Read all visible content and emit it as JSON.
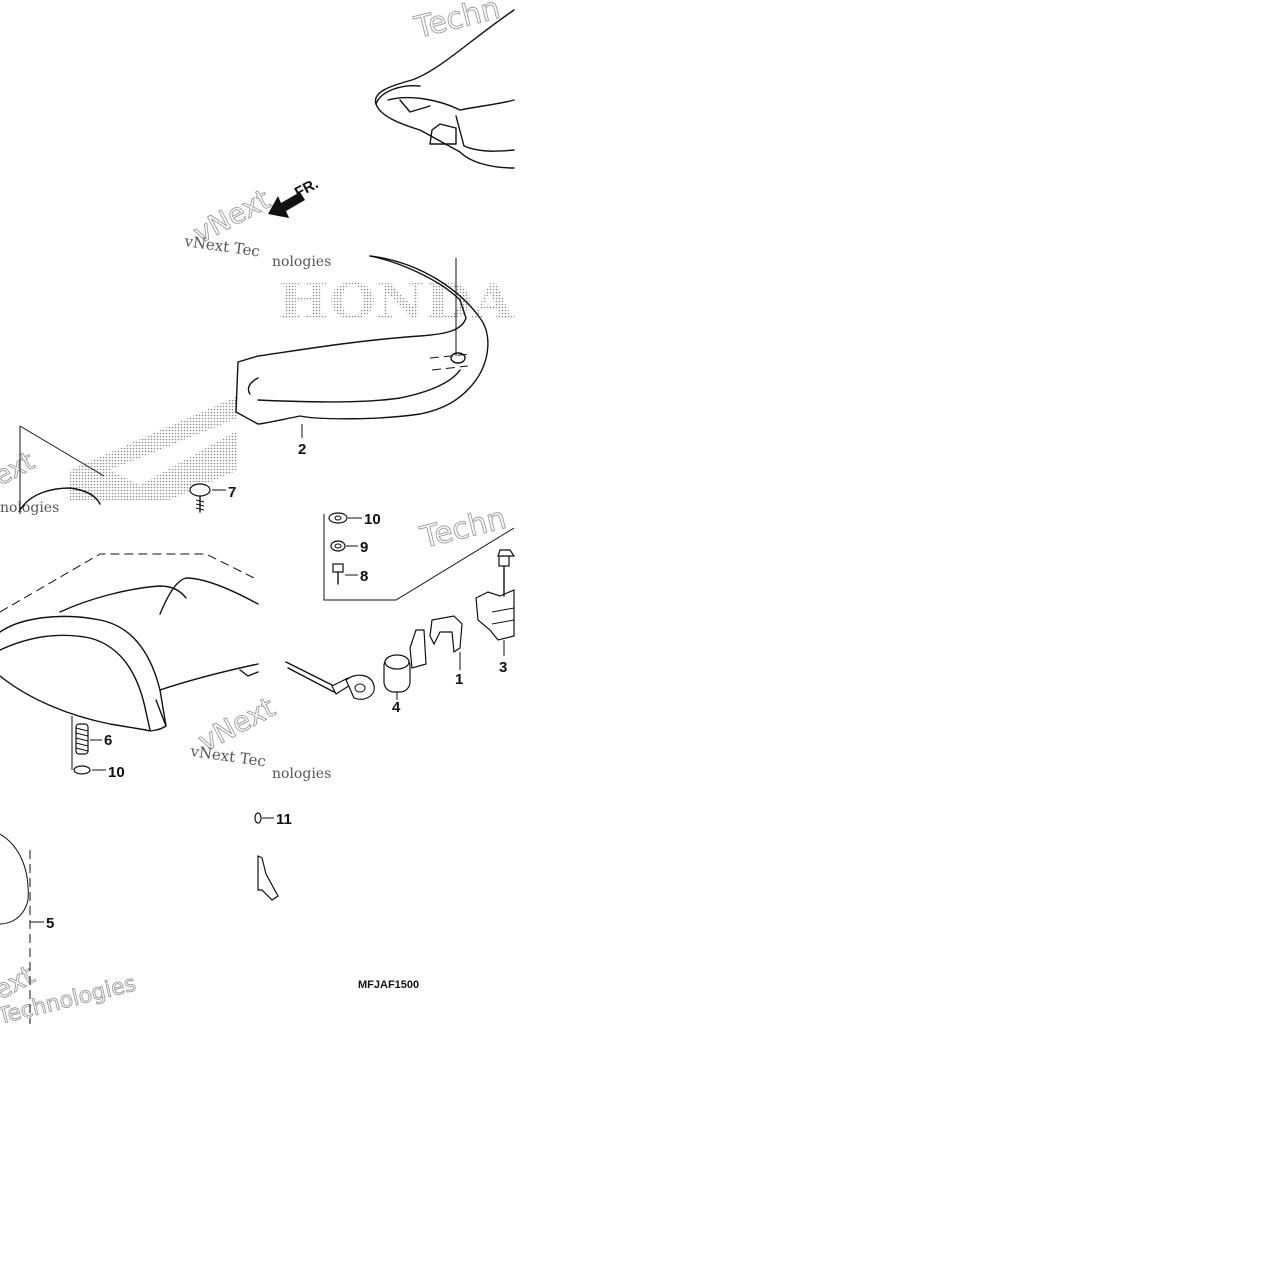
{
  "diagram": {
    "direction_label": "FR.",
    "diagram_code": "MFJAF1500",
    "brand_watermark": "HONDA",
    "watermark_text": {
      "vnext": "vNext",
      "vnext_tech": "vNext Tec",
      "technologies": "Technologies",
      "nologies": "nologies",
      "techn": "Techn",
      "ext": "ext"
    },
    "callouts": [
      {
        "id": "c1",
        "label": "1"
      },
      {
        "id": "c2",
        "label": "2"
      },
      {
        "id": "c3",
        "label": "3"
      },
      {
        "id": "c4",
        "label": "4"
      },
      {
        "id": "c5",
        "label": "5"
      },
      {
        "id": "c6",
        "label": "6"
      },
      {
        "id": "c7",
        "label": "7"
      },
      {
        "id": "c8",
        "label": "8"
      },
      {
        "id": "c9",
        "label": "9"
      },
      {
        "id": "c10a",
        "label": "10"
      },
      {
        "id": "c10b",
        "label": "10"
      },
      {
        "id": "c11",
        "label": "11"
      }
    ]
  }
}
